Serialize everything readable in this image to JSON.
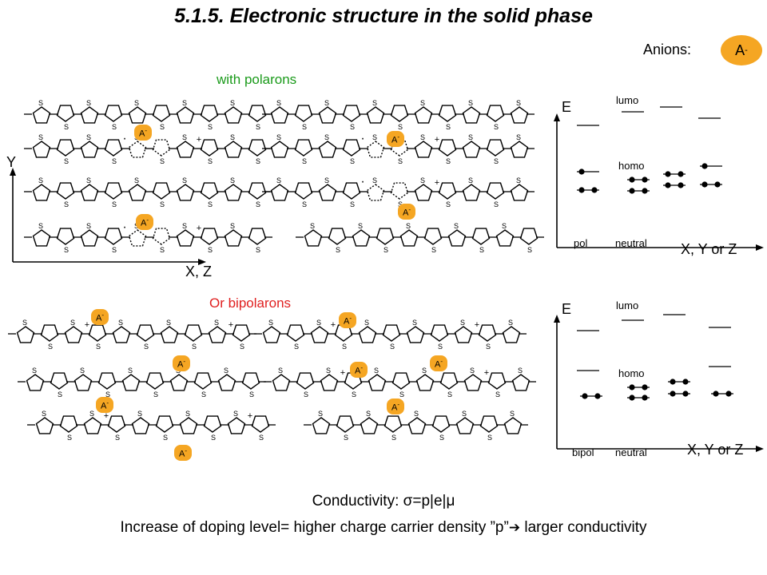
{
  "title": "5.1.5. Electronic structure in the solid phase",
  "anions": {
    "label": "Anions:",
    "symbol": "A",
    "charge": "-"
  },
  "polarons": {
    "heading": "with polarons",
    "axis_y": "Y",
    "axis_x": "X, Z",
    "badge_symbol": "A",
    "badge_charge": "-"
  },
  "bipolarons": {
    "heading": "Or bipolarons",
    "badge_symbol": "A",
    "badge_charge": "-"
  },
  "energy_diagram_top": {
    "e_label": "E",
    "lumo": "lumo",
    "homo": "homo",
    "label_left": "pol",
    "label_neutral": "neutral",
    "axis": "X, Y or Z"
  },
  "energy_diagram_bottom": {
    "e_label": "E",
    "lumo": "lumo",
    "homo": "homo",
    "label_left": "bipol",
    "label_neutral": "neutral",
    "axis": "X, Y or Z"
  },
  "conductivity": "Conductivity: σ=p|e|μ",
  "increase": {
    "before": "Increase of doping level= higher charge carrier density ”p”",
    "arrow": "➔",
    "after": " larger conductivity"
  },
  "atom_symbol": "S",
  "plus_sign": "+",
  "dot_sign": "·"
}
